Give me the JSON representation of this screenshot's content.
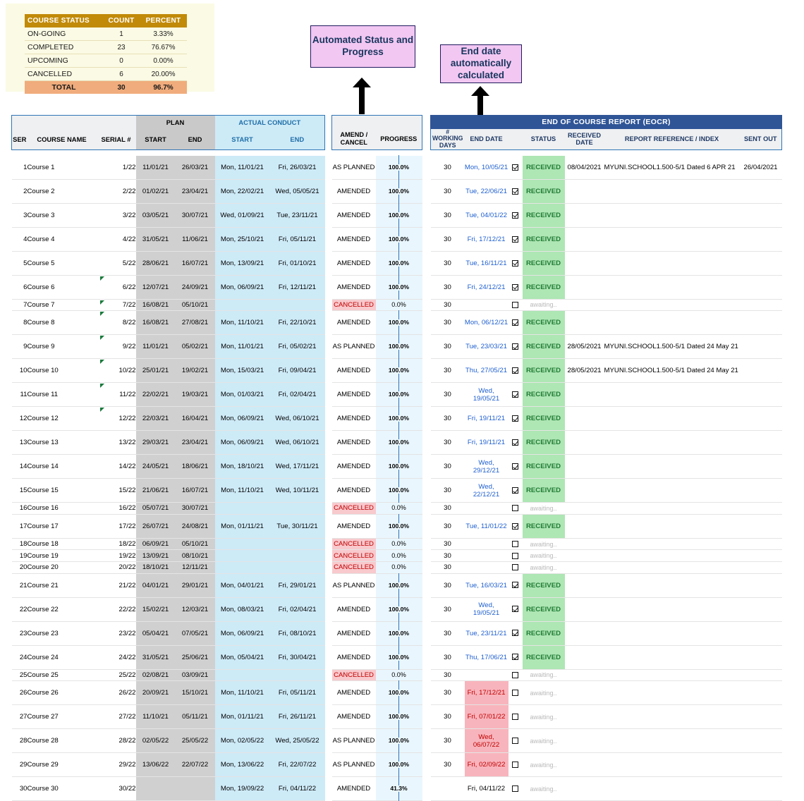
{
  "summary": {
    "headers": [
      "COURSE STATUS",
      "COUNT",
      "PERCENT"
    ],
    "rows": [
      {
        "status": "ON-GOING",
        "count": "1",
        "percent": "3.33%"
      },
      {
        "status": "COMPLETED",
        "count": "23",
        "percent": "76.67%"
      },
      {
        "status": "UPCOMING",
        "count": "0",
        "percent": "0.00%"
      },
      {
        "status": "CANCELLED",
        "count": "6",
        "percent": "20.00%"
      }
    ],
    "total": {
      "label": "TOTAL",
      "count": "30",
      "percent": "96.7%"
    }
  },
  "callouts": {
    "status_progress": "Automated Status and Progress",
    "end_date": "End date automatically calculated"
  },
  "headers": {
    "ser": "SER",
    "course_name": "COURSE NAME",
    "serial": "SERIAL #",
    "plan_group": "PLAN",
    "actual_group": "ACTUAL CONDUCT",
    "start": "START",
    "end": "END",
    "amend_cancel": "AMEND / CANCEL",
    "amend_line1": "AMEND /",
    "amend_line2": "CANCEL",
    "progress": "PROGRESS",
    "eocr_banner": "END OF COURSE REPORT (EOCR)",
    "working_days": "# WORKING DAYS",
    "end_date": "END DATE",
    "status": "STATUS",
    "received_date": "RECEIVED DATE",
    "report_reference": "REPORT REFERENCE / INDEX",
    "sent_out": "SENT OUT"
  },
  "colors": {
    "plan_fill": "#d0d0d0",
    "actual_fill": "#cdeaf7",
    "eocr_banner": "#2f5597",
    "received": "#aee6b4",
    "cancelled": "#f8c9cd",
    "overdue": "#f8b4bc",
    "callout_fill": "#f2c7f2",
    "summary_header": "#c18a08",
    "summary_total": "#f0ac7c"
  },
  "rows": [
    {
      "ser": "1",
      "name": "Course 1",
      "serial": "1/22",
      "comment": false,
      "plan_start": "11/01/21",
      "plan_end": "26/03/21",
      "act_start": "Mon, 11/01/21",
      "act_end": "Fri, 26/03/21",
      "amend": "AS PLANNED",
      "cancelled": false,
      "progress": "100.0%",
      "progress_value": 100,
      "wdays": "30",
      "end_date": "Mon, 10/05/21",
      "end_late": false,
      "end_plain": false,
      "checked": true,
      "status": "RECEIVED",
      "rcv_date": "08/04/2021",
      "reference": "MYUNI.SCHOOL1.500-5/1 Dated 6 APR 21",
      "sent_out": "26/04/2021"
    },
    {
      "ser": "2",
      "name": "Course 2",
      "serial": "2/22",
      "comment": false,
      "plan_start": "01/02/21",
      "plan_end": "23/04/21",
      "act_start": "Mon, 22/02/21",
      "act_end": "Wed, 05/05/21",
      "amend": "AMENDED",
      "cancelled": false,
      "progress": "100.0%",
      "progress_value": 100,
      "wdays": "30",
      "end_date": "Tue, 22/06/21",
      "end_late": false,
      "end_plain": false,
      "checked": true,
      "status": "RECEIVED",
      "rcv_date": "",
      "reference": "",
      "sent_out": ""
    },
    {
      "ser": "3",
      "name": "Course 3",
      "serial": "3/22",
      "comment": false,
      "plan_start": "03/05/21",
      "plan_end": "30/07/21",
      "act_start": "Wed, 01/09/21",
      "act_end": "Tue, 23/11/21",
      "amend": "AMENDED",
      "cancelled": false,
      "progress": "100.0%",
      "progress_value": 100,
      "wdays": "30",
      "end_date": "Tue, 04/01/22",
      "end_late": false,
      "end_plain": false,
      "checked": true,
      "status": "RECEIVED",
      "rcv_date": "",
      "reference": "",
      "sent_out": ""
    },
    {
      "ser": "4",
      "name": "Course 4",
      "serial": "4/22",
      "comment": false,
      "plan_start": "31/05/21",
      "plan_end": "11/06/21",
      "act_start": "Mon, 25/10/21",
      "act_end": "Fri, 05/11/21",
      "amend": "AMENDED",
      "cancelled": false,
      "progress": "100.0%",
      "progress_value": 100,
      "wdays": "30",
      "end_date": "Fri, 17/12/21",
      "end_late": false,
      "end_plain": false,
      "checked": true,
      "status": "RECEIVED",
      "rcv_date": "",
      "reference": "",
      "sent_out": ""
    },
    {
      "ser": "5",
      "name": "Course 5",
      "serial": "5/22",
      "comment": false,
      "plan_start": "28/06/21",
      "plan_end": "16/07/21",
      "act_start": "Mon, 13/09/21",
      "act_end": "Fri, 01/10/21",
      "amend": "AMENDED",
      "cancelled": false,
      "progress": "100.0%",
      "progress_value": 100,
      "wdays": "30",
      "end_date": "Tue, 16/11/21",
      "end_late": false,
      "end_plain": false,
      "checked": true,
      "status": "RECEIVED",
      "rcv_date": "",
      "reference": "",
      "sent_out": ""
    },
    {
      "ser": "6",
      "name": "Course 6",
      "serial": "6/22",
      "comment": true,
      "plan_start": "12/07/21",
      "plan_end": "24/09/21",
      "act_start": "Mon, 06/09/21",
      "act_end": "Fri, 12/11/21",
      "amend": "AMENDED",
      "cancelled": false,
      "progress": "100.0%",
      "progress_value": 100,
      "wdays": "30",
      "end_date": "Fri, 24/12/21",
      "end_late": false,
      "end_plain": false,
      "checked": true,
      "status": "RECEIVED",
      "rcv_date": "",
      "reference": "",
      "sent_out": ""
    },
    {
      "ser": "7",
      "name": "Course 7",
      "serial": "7/22",
      "comment": true,
      "plan_start": "16/08/21",
      "plan_end": "05/10/21",
      "act_start": "",
      "act_end": "",
      "amend": "CANCELLED",
      "cancelled": true,
      "progress": "0.0%",
      "progress_value": 0,
      "wdays": "30",
      "end_date": "",
      "end_late": false,
      "end_plain": false,
      "checked": false,
      "status": "awaiting..",
      "rcv_date": "",
      "reference": "",
      "sent_out": ""
    },
    {
      "ser": "8",
      "name": "Course 8",
      "serial": "8/22",
      "comment": true,
      "plan_start": "16/08/21",
      "plan_end": "27/08/21",
      "act_start": "Mon, 11/10/21",
      "act_end": "Fri, 22/10/21",
      "amend": "AMENDED",
      "cancelled": false,
      "progress": "100.0%",
      "progress_value": 100,
      "wdays": "30",
      "end_date": "Mon, 06/12/21",
      "end_late": false,
      "end_plain": false,
      "checked": true,
      "status": "RECEIVED",
      "rcv_date": "",
      "reference": "",
      "sent_out": ""
    },
    {
      "ser": "9",
      "name": "Course 9",
      "serial": "9/22",
      "comment": true,
      "plan_start": "11/01/21",
      "plan_end": "05/02/21",
      "act_start": "Mon, 11/01/21",
      "act_end": "Fri, 05/02/21",
      "amend": "AS PLANNED",
      "cancelled": false,
      "progress": "100.0%",
      "progress_value": 100,
      "wdays": "30",
      "end_date": "Tue, 23/03/21",
      "end_late": false,
      "end_plain": false,
      "checked": true,
      "status": "RECEIVED",
      "rcv_date": "28/05/2021",
      "reference": "MYUNI.SCHOOL1.500-5/1 Dated 24 May 21",
      "sent_out": ""
    },
    {
      "ser": "10",
      "name": "Course 10",
      "serial": "10/22",
      "comment": true,
      "plan_start": "25/01/21",
      "plan_end": "19/02/21",
      "act_start": "Mon, 15/03/21",
      "act_end": "Fri, 09/04/21",
      "amend": "AMENDED",
      "cancelled": false,
      "progress": "100.0%",
      "progress_value": 100,
      "wdays": "30",
      "end_date": "Thu, 27/05/21",
      "end_late": false,
      "end_plain": false,
      "checked": true,
      "status": "RECEIVED",
      "rcv_date": "28/05/2021",
      "reference": "MYUNI.SCHOOL1.500-5/1 Dated 24 May 21",
      "sent_out": ""
    },
    {
      "ser": "11",
      "name": "Course 11",
      "serial": "11/22",
      "comment": true,
      "plan_start": "22/02/21",
      "plan_end": "19/03/21",
      "act_start": "Mon, 01/03/21",
      "act_end": "Fri, 02/04/21",
      "amend": "AMENDED",
      "cancelled": false,
      "progress": "100.0%",
      "progress_value": 100,
      "wdays": "30",
      "end_date": "Wed, 19/05/21",
      "end_late": false,
      "end_plain": false,
      "checked": true,
      "status": "RECEIVED",
      "rcv_date": "",
      "reference": "",
      "sent_out": ""
    },
    {
      "ser": "12",
      "name": "Course 12",
      "serial": "12/22",
      "comment": true,
      "plan_start": "22/03/21",
      "plan_end": "16/04/21",
      "act_start": "Mon, 06/09/21",
      "act_end": "Wed, 06/10/21",
      "amend": "AMENDED",
      "cancelled": false,
      "progress": "100.0%",
      "progress_value": 100,
      "wdays": "30",
      "end_date": "Fri, 19/11/21",
      "end_late": false,
      "end_plain": false,
      "checked": true,
      "status": "RECEIVED",
      "rcv_date": "",
      "reference": "",
      "sent_out": ""
    },
    {
      "ser": "13",
      "name": "Course 13",
      "serial": "13/22",
      "comment": false,
      "plan_start": "29/03/21",
      "plan_end": "23/04/21",
      "act_start": "Mon, 06/09/21",
      "act_end": "Wed, 06/10/21",
      "amend": "AMENDED",
      "cancelled": false,
      "progress": "100.0%",
      "progress_value": 100,
      "wdays": "30",
      "end_date": "Fri, 19/11/21",
      "end_late": false,
      "end_plain": false,
      "checked": true,
      "status": "RECEIVED",
      "rcv_date": "",
      "reference": "",
      "sent_out": ""
    },
    {
      "ser": "14",
      "name": "Course 14",
      "serial": "14/22",
      "comment": false,
      "plan_start": "24/05/21",
      "plan_end": "18/06/21",
      "act_start": "Mon, 18/10/21",
      "act_end": "Wed, 17/11/21",
      "amend": "AMENDED",
      "cancelled": false,
      "progress": "100.0%",
      "progress_value": 100,
      "wdays": "30",
      "end_date": "Wed, 29/12/21",
      "end_late": false,
      "end_plain": false,
      "checked": true,
      "status": "RECEIVED",
      "rcv_date": "",
      "reference": "",
      "sent_out": ""
    },
    {
      "ser": "15",
      "name": "Course 15",
      "serial": "15/22",
      "comment": false,
      "plan_start": "21/06/21",
      "plan_end": "16/07/21",
      "act_start": "Mon, 11/10/21",
      "act_end": "Wed, 10/11/21",
      "amend": "AMENDED",
      "cancelled": false,
      "progress": "100.0%",
      "progress_value": 100,
      "wdays": "30",
      "end_date": "Wed, 22/12/21",
      "end_late": false,
      "end_plain": false,
      "checked": true,
      "status": "RECEIVED",
      "rcv_date": "",
      "reference": "",
      "sent_out": ""
    },
    {
      "ser": "16",
      "name": "Course 16",
      "serial": "16/22",
      "comment": false,
      "plan_start": "05/07/21",
      "plan_end": "30/07/21",
      "act_start": "",
      "act_end": "",
      "amend": "CANCELLED",
      "cancelled": true,
      "progress": "0.0%",
      "progress_value": 0,
      "wdays": "30",
      "end_date": "",
      "end_late": false,
      "end_plain": false,
      "checked": false,
      "status": "awaiting..",
      "rcv_date": "",
      "reference": "",
      "sent_out": ""
    },
    {
      "ser": "17",
      "name": "Course 17",
      "serial": "17/22",
      "comment": false,
      "plan_start": "26/07/21",
      "plan_end": "24/08/21",
      "act_start": "Mon, 01/11/21",
      "act_end": "Tue, 30/11/21",
      "amend": "AMENDED",
      "cancelled": false,
      "progress": "100.0%",
      "progress_value": 100,
      "wdays": "30",
      "end_date": "Tue, 11/01/22",
      "end_late": false,
      "end_plain": false,
      "checked": true,
      "status": "RECEIVED",
      "rcv_date": "",
      "reference": "",
      "sent_out": ""
    },
    {
      "ser": "18",
      "name": "Course 18",
      "serial": "18/22",
      "comment": false,
      "plan_start": "06/09/21",
      "plan_end": "05/10/21",
      "act_start": "",
      "act_end": "",
      "amend": "CANCELLED",
      "cancelled": true,
      "progress": "0.0%",
      "progress_value": 0,
      "wdays": "30",
      "end_date": "",
      "end_late": false,
      "end_plain": false,
      "checked": false,
      "status": "awaiting..",
      "rcv_date": "",
      "reference": "",
      "sent_out": ""
    },
    {
      "ser": "19",
      "name": "Course 19",
      "serial": "19/22",
      "comment": false,
      "plan_start": "13/09/21",
      "plan_end": "08/10/21",
      "act_start": "",
      "act_end": "",
      "amend": "CANCELLED",
      "cancelled": true,
      "progress": "0.0%",
      "progress_value": 0,
      "wdays": "30",
      "end_date": "",
      "end_late": false,
      "end_plain": false,
      "checked": false,
      "status": "awaiting..",
      "rcv_date": "",
      "reference": "",
      "sent_out": ""
    },
    {
      "ser": "20",
      "name": "Course 20",
      "serial": "20/22",
      "comment": false,
      "plan_start": "18/10/21",
      "plan_end": "12/11/21",
      "act_start": "",
      "act_end": "",
      "amend": "CANCELLED",
      "cancelled": true,
      "progress": "0.0%",
      "progress_value": 0,
      "wdays": "30",
      "end_date": "",
      "end_late": false,
      "end_plain": false,
      "checked": false,
      "status": "awaiting..",
      "rcv_date": "",
      "reference": "",
      "sent_out": ""
    },
    {
      "ser": "21",
      "name": "Course 21",
      "serial": "21/22",
      "comment": false,
      "plan_start": "04/01/21",
      "plan_end": "29/01/21",
      "act_start": "Mon, 04/01/21",
      "act_end": "Fri, 29/01/21",
      "amend": "AS PLANNED",
      "cancelled": false,
      "progress": "100.0%",
      "progress_value": 100,
      "wdays": "30",
      "end_date": "Tue, 16/03/21",
      "end_late": false,
      "end_plain": false,
      "checked": true,
      "status": "RECEIVED",
      "rcv_date": "",
      "reference": "",
      "sent_out": ""
    },
    {
      "ser": "22",
      "name": "Course 22",
      "serial": "22/22",
      "comment": false,
      "plan_start": "15/02/21",
      "plan_end": "12/03/21",
      "act_start": "Mon, 08/03/21",
      "act_end": "Fri, 02/04/21",
      "amend": "AMENDED",
      "cancelled": false,
      "progress": "100.0%",
      "progress_value": 100,
      "wdays": "30",
      "end_date": "Wed, 19/05/21",
      "end_late": false,
      "end_plain": false,
      "checked": true,
      "status": "RECEIVED",
      "rcv_date": "",
      "reference": "",
      "sent_out": ""
    },
    {
      "ser": "23",
      "name": "Course 23",
      "serial": "23/22",
      "comment": false,
      "plan_start": "05/04/21",
      "plan_end": "07/05/21",
      "act_start": "Mon, 06/09/21",
      "act_end": "Fri, 08/10/21",
      "amend": "AMENDED",
      "cancelled": false,
      "progress": "100.0%",
      "progress_value": 100,
      "wdays": "30",
      "end_date": "Tue, 23/11/21",
      "end_late": false,
      "end_plain": false,
      "checked": true,
      "status": "RECEIVED",
      "rcv_date": "",
      "reference": "",
      "sent_out": ""
    },
    {
      "ser": "24",
      "name": "Course 24",
      "serial": "24/22",
      "comment": false,
      "plan_start": "31/05/21",
      "plan_end": "25/06/21",
      "act_start": "Mon, 05/04/21",
      "act_end": "Fri, 30/04/21",
      "amend": "AMENDED",
      "cancelled": false,
      "progress": "100.0%",
      "progress_value": 100,
      "wdays": "30",
      "end_date": "Thu, 17/06/21",
      "end_late": false,
      "end_plain": false,
      "checked": true,
      "status": "RECEIVED",
      "rcv_date": "",
      "reference": "",
      "sent_out": ""
    },
    {
      "ser": "25",
      "name": "Course 25",
      "serial": "25/22",
      "comment": false,
      "plan_start": "02/08/21",
      "plan_end": "03/09/21",
      "act_start": "",
      "act_end": "",
      "amend": "CANCELLED",
      "cancelled": true,
      "progress": "0.0%",
      "progress_value": 0,
      "wdays": "30",
      "end_date": "",
      "end_late": false,
      "end_plain": false,
      "checked": false,
      "status": "awaiting..",
      "rcv_date": "",
      "reference": "",
      "sent_out": ""
    },
    {
      "ser": "26",
      "name": "Course 26",
      "serial": "26/22",
      "comment": false,
      "plan_start": "20/09/21",
      "plan_end": "15/10/21",
      "act_start": "Mon, 11/10/21",
      "act_end": "Fri, 05/11/21",
      "amend": "AMENDED",
      "cancelled": false,
      "progress": "100.0%",
      "progress_value": 100,
      "wdays": "30",
      "end_date": "Fri, 17/12/21",
      "end_late": true,
      "end_plain": false,
      "checked": false,
      "status": "awaiting..",
      "rcv_date": "",
      "reference": "",
      "sent_out": ""
    },
    {
      "ser": "27",
      "name": "Course 27",
      "serial": "27/22",
      "comment": false,
      "plan_start": "11/10/21",
      "plan_end": "05/11/21",
      "act_start": "Mon, 01/11/21",
      "act_end": "Fri, 26/11/21",
      "amend": "AMENDED",
      "cancelled": false,
      "progress": "100.0%",
      "progress_value": 100,
      "wdays": "30",
      "end_date": "Fri, 07/01/22",
      "end_late": true,
      "end_plain": false,
      "checked": false,
      "status": "awaiting..",
      "rcv_date": "",
      "reference": "",
      "sent_out": ""
    },
    {
      "ser": "28",
      "name": "Course 28",
      "serial": "28/22",
      "comment": false,
      "plan_start": "02/05/22",
      "plan_end": "25/05/22",
      "act_start": "Mon, 02/05/22",
      "act_end": "Wed, 25/05/22",
      "amend": "AS PLANNED",
      "cancelled": false,
      "progress": "100.0%",
      "progress_value": 100,
      "wdays": "30",
      "end_date": "Wed, 06/07/22",
      "end_late": true,
      "end_plain": false,
      "checked": false,
      "status": "awaiting..",
      "rcv_date": "",
      "reference": "",
      "sent_out": ""
    },
    {
      "ser": "29",
      "name": "Course 29",
      "serial": "29/22",
      "comment": false,
      "plan_start": "13/06/22",
      "plan_end": "22/07/22",
      "act_start": "Mon, 13/06/22",
      "act_end": "Fri, 22/07/22",
      "amend": "AS PLANNED",
      "cancelled": false,
      "progress": "100.0%",
      "progress_value": 100,
      "wdays": "30",
      "end_date": "Fri, 02/09/22",
      "end_late": true,
      "end_plain": false,
      "checked": false,
      "status": "awaiting..",
      "rcv_date": "",
      "reference": "",
      "sent_out": ""
    },
    {
      "ser": "30",
      "name": "Course 30",
      "serial": "30/22",
      "comment": false,
      "plan_start": "",
      "plan_end": "",
      "act_start": "Mon, 19/09/22",
      "act_end": "Fri, 04/11/22",
      "amend": "AMENDED",
      "cancelled": false,
      "progress": "41.3%",
      "progress_value": 41.3,
      "wdays": "",
      "end_date": "Fri, 04/11/22",
      "end_late": false,
      "end_plain": true,
      "checked": false,
      "status": "awaiting..",
      "rcv_date": "",
      "reference": "",
      "sent_out": ""
    }
  ]
}
